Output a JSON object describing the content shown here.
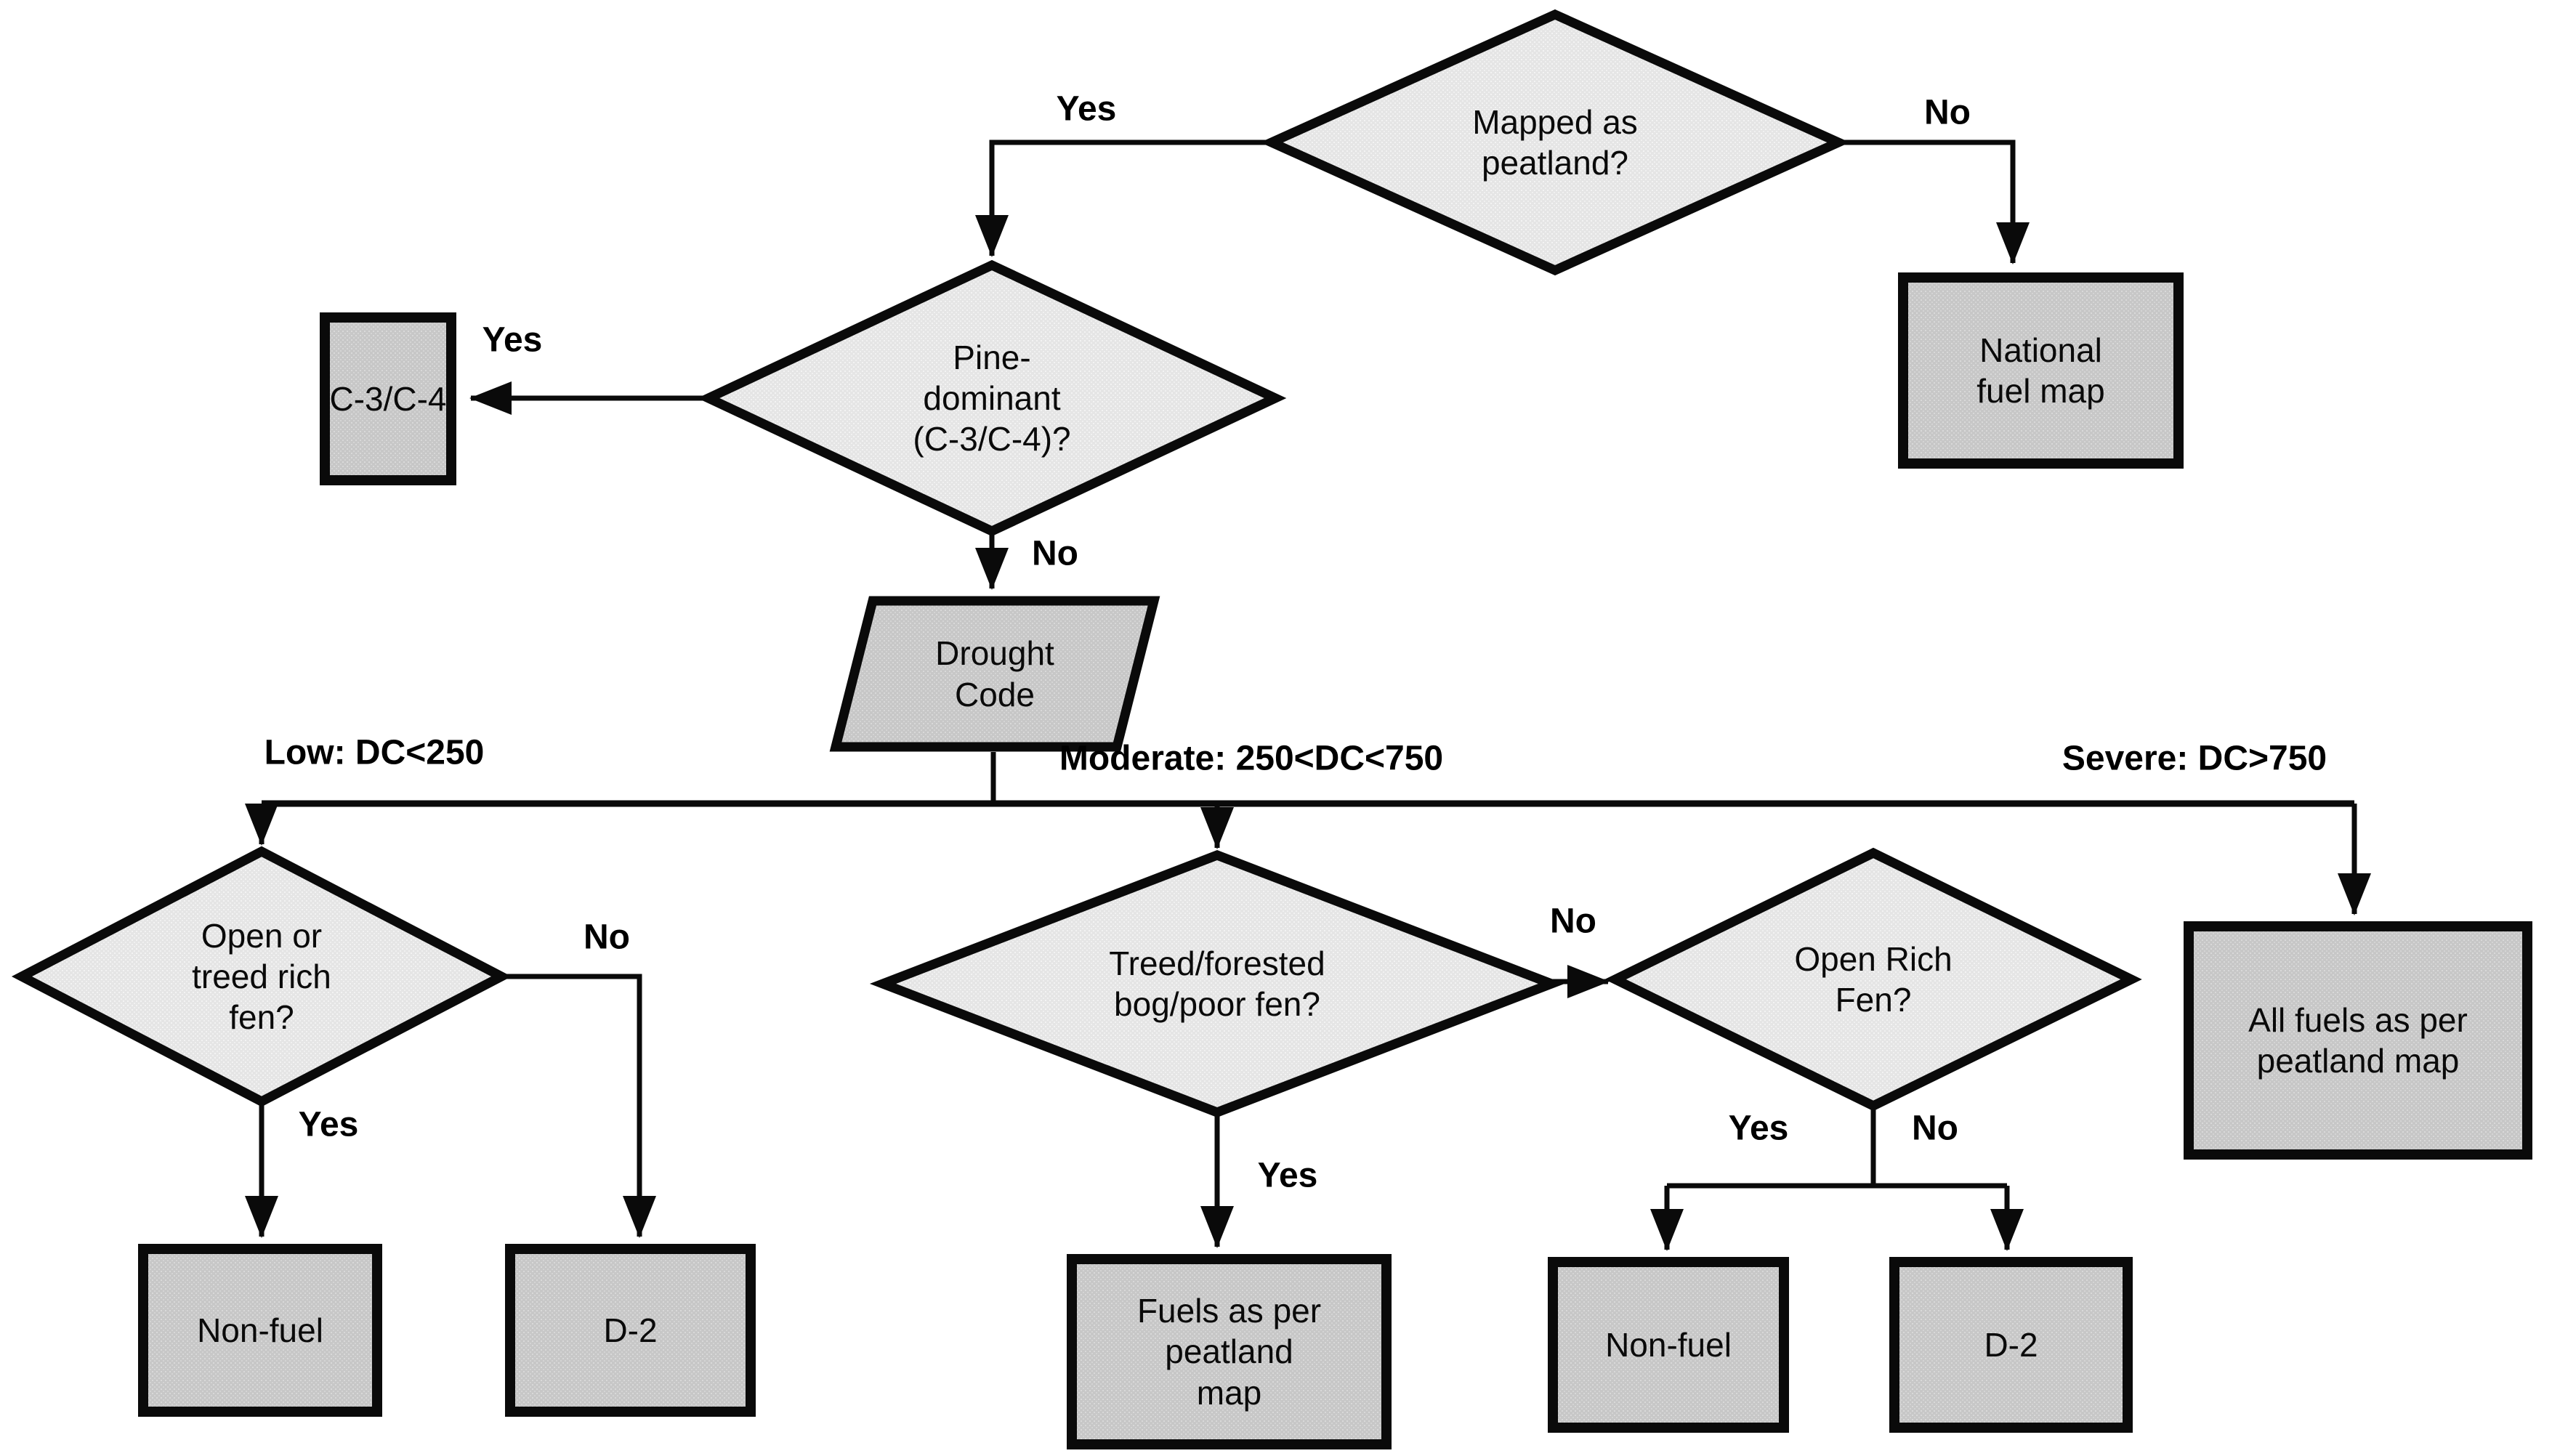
{
  "diagram": {
    "background": "#ffffff",
    "line_color": "#0a0a0a",
    "decision_fill": "#e5e5e5",
    "terminal_fill": "#c7c7c7",
    "nodes": {
      "mapped_as_peatland": {
        "type": "decision",
        "label": "Mapped as\npeatland?"
      },
      "national_fuel_map": {
        "type": "terminal",
        "label": "National\nfuel map"
      },
      "pine_dominant": {
        "type": "decision",
        "label": "Pine-\ndominant\n(C-3/C-4)?"
      },
      "c3_c4": {
        "type": "terminal",
        "label": "C-3/C-4"
      },
      "drought_code": {
        "type": "io",
        "label": "Drought\nCode"
      },
      "open_treed_rich_fen": {
        "type": "decision",
        "label": "Open or\ntreed rich\nfen?"
      },
      "treed_forested_bog_poor_fen": {
        "type": "decision",
        "label": "Treed/forested\nbog/poor fen?"
      },
      "open_rich_fen": {
        "type": "decision",
        "label": "Open Rich\nFen?"
      },
      "all_fuels_peatland_map": {
        "type": "terminal",
        "label": "All fuels as per\npeatland map"
      },
      "non_fuel_left": {
        "type": "terminal",
        "label": "Non-fuel"
      },
      "d2_left": {
        "type": "terminal",
        "label": "D-2"
      },
      "fuels_per_peatland_map": {
        "type": "terminal",
        "label": "Fuels as per\npeatland\nmap"
      },
      "non_fuel_right": {
        "type": "terminal",
        "label": "Non-fuel"
      },
      "d2_right": {
        "type": "terminal",
        "label": "D-2"
      }
    },
    "edge_labels": {
      "yes_mapped": "Yes",
      "no_mapped": "No",
      "yes_pine": "Yes",
      "no_pine": "No",
      "low": "Low: DC<250",
      "moderate": "Moderate: 250<DC<750",
      "severe": "Severe: DC>750",
      "yes_fen": "Yes",
      "no_fen": "No",
      "yes_bog": "Yes",
      "no_bog": "No",
      "yes_open_rich": "Yes",
      "no_open_rich": "No"
    }
  }
}
